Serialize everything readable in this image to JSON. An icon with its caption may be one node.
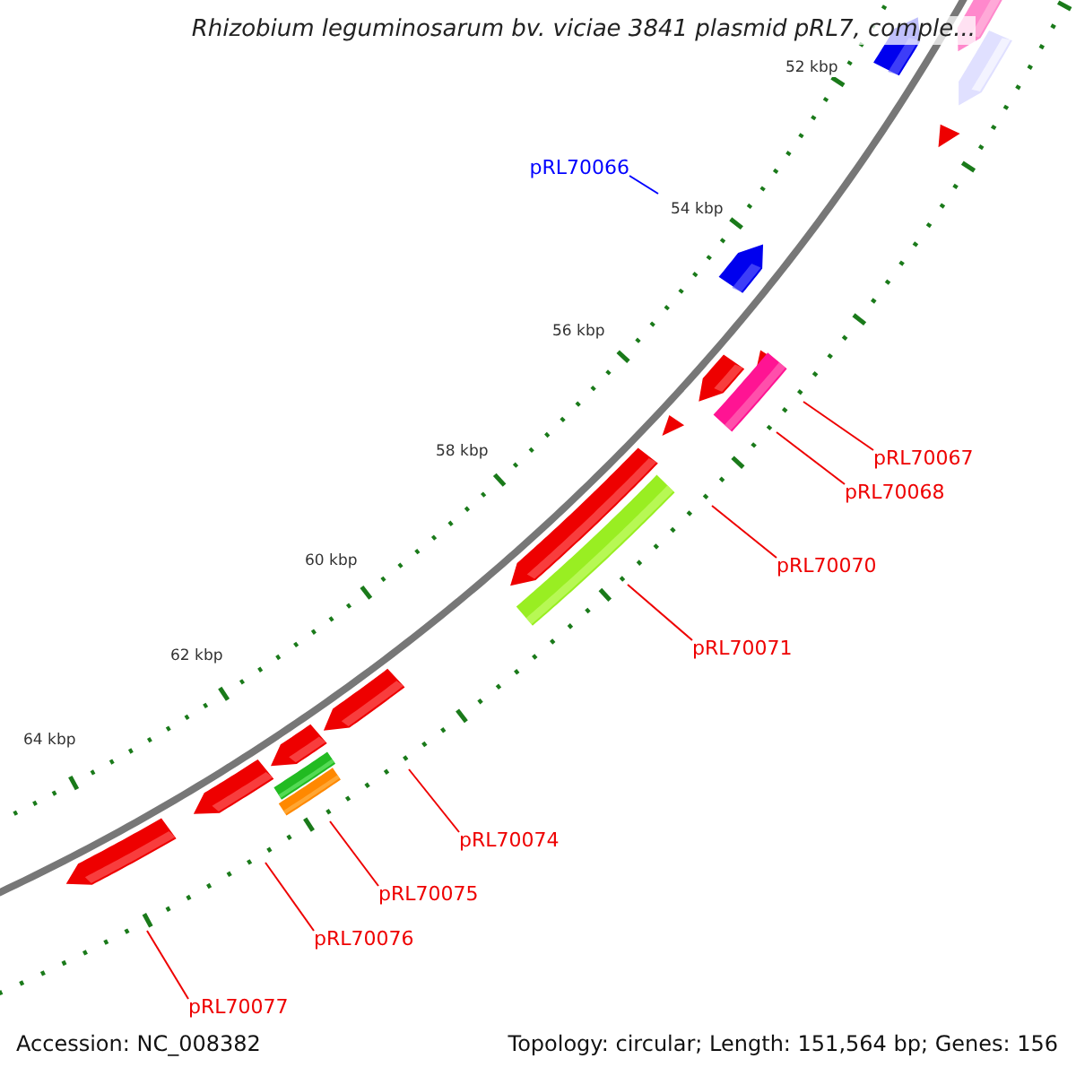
{
  "diagram": {
    "title": "Rhizobium leguminosarum bv. viciae 3841 plasmid pRL7, comple...",
    "nodes": [
      {
        "text": [
          "pRL70066"
        ]
      },
      {
        "text": [
          "pRL70067"
        ]
      },
      {
        "text": [
          "pRL70068"
        ]
      },
      {
        "text": [
          "pRL70070"
        ]
      },
      {
        "text": [
          "pRL70071"
        ]
      },
      {
        "text": [
          "pRL70074"
        ]
      },
      {
        "text": [
          "pRL70075"
        ]
      },
      {
        "text": [
          "pRL70076"
        ]
      },
      {
        "text": [
          "pRL70077"
        ]
      }
    ],
    "edges": [
      {
        "from": 0,
        "to": null,
        "arrow": "none",
        "color": "#0000ff"
      },
      {
        "from": 1,
        "to": null,
        "arrow": "none"
      },
      {
        "from": 2,
        "to": null,
        "arrow": "none"
      },
      {
        "from": 3,
        "to": null,
        "arrow": "none"
      },
      {
        "from": 4,
        "to": null,
        "arrow": "none"
      },
      {
        "from": 5,
        "to": null,
        "arrow": "none"
      },
      {
        "from": 6,
        "to": null,
        "arrow": "none"
      },
      {
        "from": 7,
        "to": null,
        "arrow": "none"
      },
      {
        "from": 8,
        "to": null,
        "arrow": "none"
      }
    ],
    "labels": [
      "52 kbp",
      "54 kbp",
      "56 kbp",
      "58 kbp",
      "60 kbp",
      "62 kbp",
      "64 kbp",
      "Accession: NC_008382",
      "Topology: circular; Length: 151,564 bp; Genes: 156"
    ]
  }
}
